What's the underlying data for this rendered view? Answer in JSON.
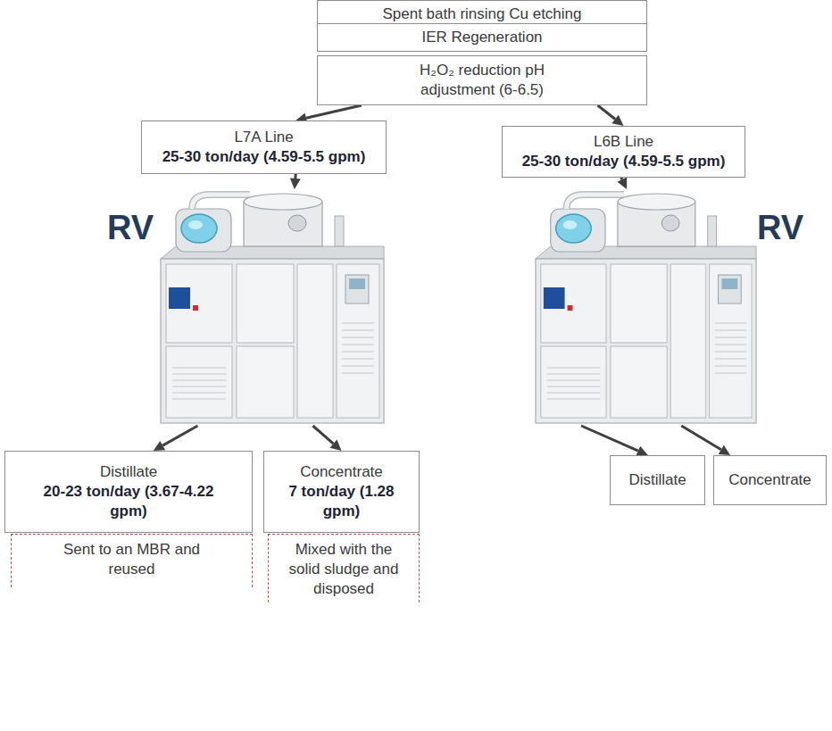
{
  "diagram": {
    "nodes": [
      {
        "text": [
          "Spent bath rinsing Cu etching"
        ]
      },
      {
        "text": [
          "IER Regeneration"
        ]
      },
      {
        "text": [
          "H₂O₂ reduction pH adjustment (6-6.5)"
        ]
      },
      {
        "text": [
          "L7A Line",
          "25-30 ton/day (4.59-5.5 gpm)"
        ]
      },
      {
        "text": [
          "L6B Line",
          "25-30 ton/day (4.59-5.5 gpm)"
        ]
      },
      {
        "text": [
          "RV"
        ]
      },
      {
        "text": [
          "RV"
        ]
      },
      {
        "text": [
          "Distillate",
          "20-23 ton/day (3.67-4.22 gpm)"
        ]
      },
      {
        "text": [
          "Concentrate",
          "7 ton/day (1.28 gpm)"
        ]
      },
      {
        "text": [
          "Distillate"
        ]
      },
      {
        "text": [
          "Concentrate"
        ]
      },
      {
        "text": [
          "Sent to an MBR and reused"
        ]
      },
      {
        "text": [
          "Mixed with the solid sludge and disposed"
        ]
      }
    ],
    "edges": [
      {
        "from": 2,
        "to": 3,
        "arrow": "to"
      },
      {
        "from": 2,
        "to": 4,
        "arrow": "to"
      },
      {
        "from": 3,
        "to": 5,
        "arrow": "to"
      },
      {
        "from": 4,
        "to": 6,
        "arrow": "to"
      },
      {
        "from": 5,
        "to": 7,
        "arrow": "to"
      },
      {
        "from": 5,
        "to": 8,
        "arrow": "to"
      },
      {
        "from": 6,
        "to": 9,
        "arrow": "to"
      },
      {
        "from": 6,
        "to": 10,
        "arrow": "to"
      }
    ]
  }
}
